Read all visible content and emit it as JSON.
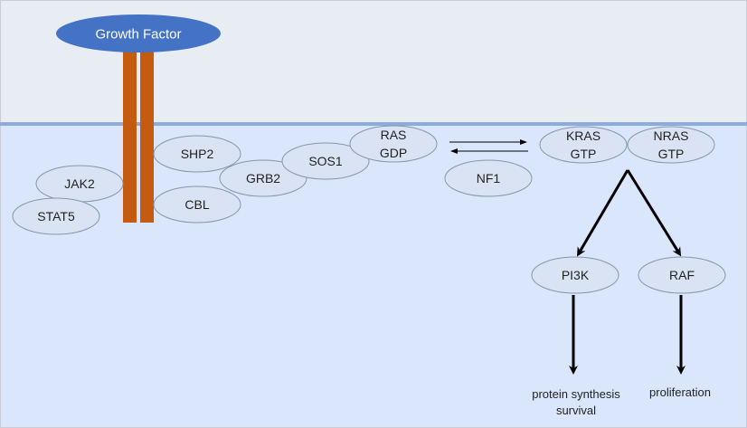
{
  "colors": {
    "extracellular": "#e8edf4",
    "cytoplasm": "#dae6fb",
    "membrane": "#8faadc",
    "receptor": "#c55a11",
    "ligand": "#4472c4",
    "node_fill": "#dae3f3",
    "node_stroke": "#8497b0",
    "arrow": "#000000",
    "text": "#222222"
  },
  "ligand": {
    "label": "Growth Factor"
  },
  "nodes": {
    "shp2": "SHP2",
    "jak2": "JAK2",
    "stat5": "STAT5",
    "cbl": "CBL",
    "grb2": "GRB2",
    "sos1": "SOS1",
    "ras_gdp": {
      "line1": "RAS",
      "line2": "GDP"
    },
    "nf1": "NF1",
    "kras_gtp": {
      "line1": "KRAS",
      "line2": "GTP"
    },
    "nras_gtp": {
      "line1": "NRAS",
      "line2": "GTP"
    },
    "pi3k": "PI3K",
    "raf": "RAF"
  },
  "outcomes": {
    "pi3k_line1": "protein synthesis",
    "pi3k_line2": "survival",
    "raf": "proliferation"
  }
}
